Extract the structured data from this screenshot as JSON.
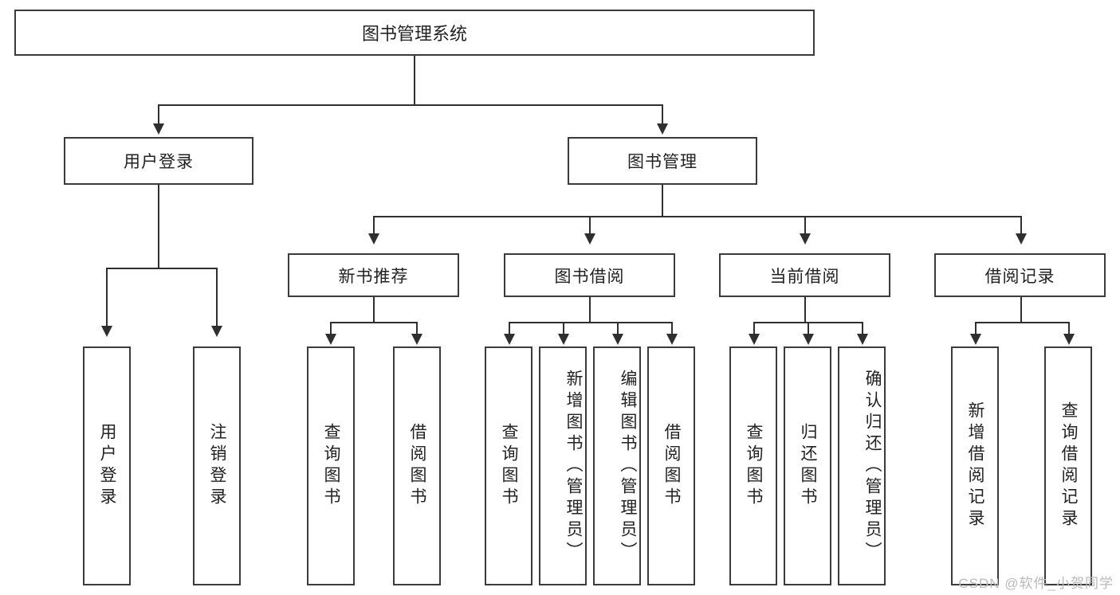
{
  "diagram": {
    "type": "tree-hierarchy-flowchart",
    "title": "图书管理系统",
    "root": {
      "id": "root",
      "label": "图书管理系统"
    },
    "level1": [
      {
        "id": "user-login",
        "label": "用户登录"
      },
      {
        "id": "book-manage",
        "label": "图书管理"
      }
    ],
    "level2": [
      {
        "id": "new-book-recommend",
        "label": "新书推荐",
        "parent": "book-manage"
      },
      {
        "id": "book-borrow",
        "label": "图书借阅",
        "parent": "book-manage"
      },
      {
        "id": "current-borrow",
        "label": "当前借阅",
        "parent": "book-manage"
      },
      {
        "id": "borrow-record",
        "label": "借阅记录",
        "parent": "book-manage"
      }
    ],
    "leaves": {
      "user-login": [
        {
          "id": "leaf-user-login",
          "label": "用户登录"
        },
        {
          "id": "leaf-user-logout",
          "label": "注销登录"
        }
      ],
      "new-book-recommend": [
        {
          "id": "leaf-query-book-1",
          "label": "查询图书"
        },
        {
          "id": "leaf-borrow-book-1",
          "label": "借阅图书"
        }
      ],
      "book-borrow": [
        {
          "id": "leaf-query-book-2",
          "label": "查询图书"
        },
        {
          "id": "leaf-add-book",
          "label": "新增图书（管理员）"
        },
        {
          "id": "leaf-edit-book",
          "label": "编辑图书（管理员）"
        },
        {
          "id": "leaf-borrow-book-2",
          "label": "借阅图书"
        }
      ],
      "current-borrow": [
        {
          "id": "leaf-query-book-3",
          "label": "查询图书"
        },
        {
          "id": "leaf-return-book",
          "label": "归还图书"
        },
        {
          "id": "leaf-confirm-return",
          "label": "确认归还（管理员）"
        }
      ],
      "borrow-record": [
        {
          "id": "leaf-add-record",
          "label": "新增借阅记录"
        },
        {
          "id": "leaf-query-record",
          "label": "查询借阅记录"
        }
      ]
    }
  },
  "watermark": {
    "text": "CSDN @软件_小贺同学"
  },
  "colors": {
    "stroke": "#3b3b3b",
    "connector": "#2f2f2f",
    "background": "#ffffff",
    "text": "#222222",
    "watermark": "#b9b9b9"
  }
}
